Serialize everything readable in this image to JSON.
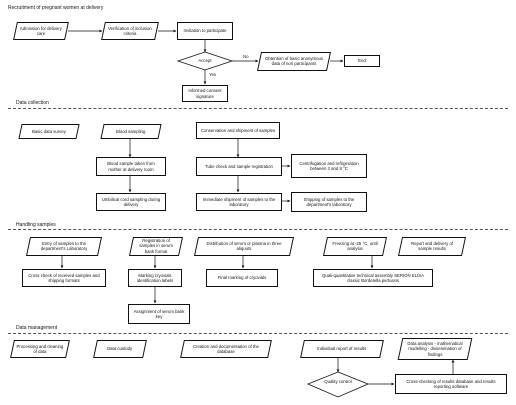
{
  "sections": {
    "recruitment": "Recruitment of pregnant women at delivery",
    "data_collection": "Data collection",
    "handling": "Handling samples",
    "data_management": "Data management"
  },
  "recruitment": {
    "admission": "Admission for delivery care",
    "verification": "Verification of inclusion criteria",
    "invitation": "Invitation to participate",
    "accept": "Accept",
    "no": "No",
    "yes": "Yes",
    "obtention": "Obtention of basic anonymous data of non participants",
    "end": "End",
    "consent": "Informed consent signature"
  },
  "collection": {
    "basic_survey": "Basic data survey",
    "blood_sampling": "Blood sampling",
    "conservation": "Conservation and shipment of samples",
    "blood_taken": "Blood sample taken from mother at delivery room",
    "umbilical": "Umbilical cord sampling during delivery",
    "tube_check": "Tube check and sample registration",
    "centrifugation": "Centrifugation and refrigeration between 2 and 8 °C",
    "immediate": "Immediate shipment of samples to the laboratory",
    "shipping": "Shipping of samples to the department's laboratory"
  },
  "handling": {
    "entry": "Entry of samples to the department's Laboratory",
    "registration": "Registration of samples in serum bank format",
    "distribution": "Distribution of serum or plasma in three aliquots",
    "freezing": "Freezing at -25 °C, until analysis",
    "report": "Report and delivery of sample results",
    "cross_check": "Cross check of received samples and shipping formats",
    "marking": "Marking cryovials identification labels",
    "final_marking": "Final marking of cryovials",
    "quali": "Quali-quantitative technical assembly SERION ELISA classic Bordetella pertussis",
    "assignment": "Assignment of serum bank key"
  },
  "management": {
    "processing": "Processing and cleaning of data",
    "custody": "Data custody",
    "creation": "Creation and documentation of the database",
    "individual": "Individual report of results",
    "analysis": "Data analysis - mathematical modelling - dissemination of findings",
    "quality": "Quality control",
    "crosscheck_results": "Cross-checking of results database and results reporting software"
  }
}
